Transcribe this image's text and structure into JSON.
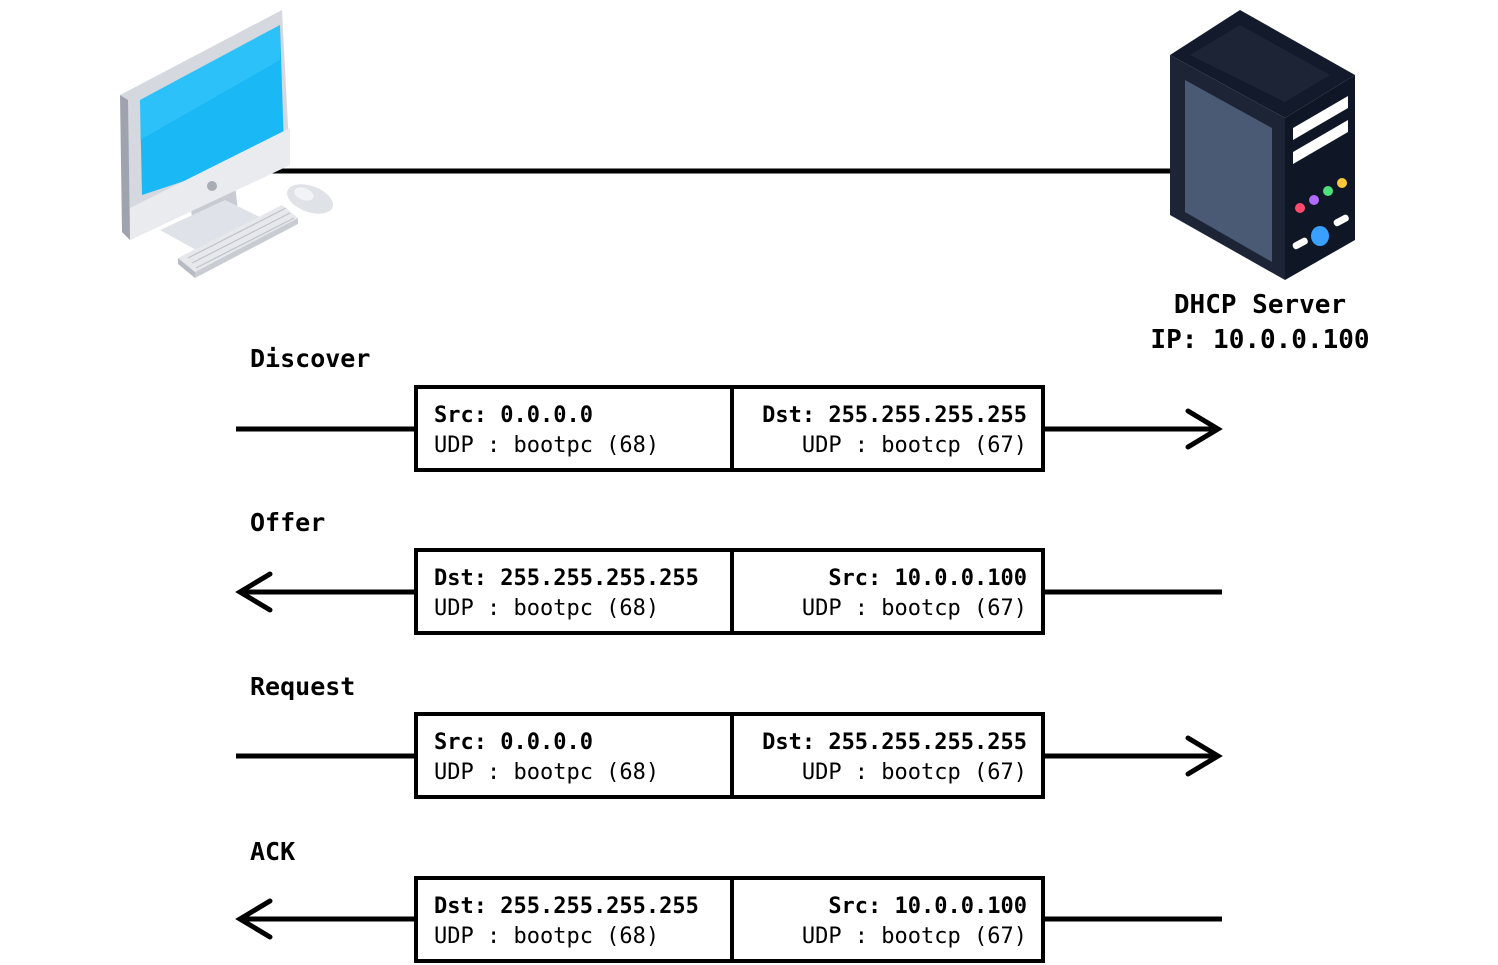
{
  "client": {
    "icon": "desktop-computer-icon"
  },
  "server": {
    "icon": "server-tower-icon",
    "name": "DHCP Server",
    "ip_line": "IP: 10.0.0.100"
  },
  "colors": {
    "line": "#000000",
    "screen": "#1ab8f5",
    "server_body": "#1c2436",
    "server_panel": "#4a5a74"
  },
  "steps": [
    {
      "label": "Discover",
      "direction": "to-server",
      "left": {
        "addr": "Src: 0.0.0.0",
        "port": "UDP : bootpc (68)"
      },
      "right": {
        "addr": "Dst: 255.255.255.255",
        "port": "UDP : bootcp (67)"
      }
    },
    {
      "label": "Offer",
      "direction": "to-client",
      "left": {
        "addr": "Dst: 255.255.255.255",
        "port": "UDP : bootpc (68)"
      },
      "right": {
        "addr": "Src: 10.0.0.100",
        "port": "UDP : bootcp (67)"
      }
    },
    {
      "label": "Request",
      "direction": "to-server",
      "left": {
        "addr": "Src: 0.0.0.0",
        "port": "UDP : bootpc (68)"
      },
      "right": {
        "addr": "Dst: 255.255.255.255",
        "port": "UDP : bootcp (67)"
      }
    },
    {
      "label": "ACK",
      "direction": "to-client",
      "left": {
        "addr": "Dst: 255.255.255.255",
        "port": "UDP : bootpc (68)"
      },
      "right": {
        "addr": "Src: 10.0.0.100",
        "port": "UDP : bootcp (67)"
      }
    }
  ]
}
